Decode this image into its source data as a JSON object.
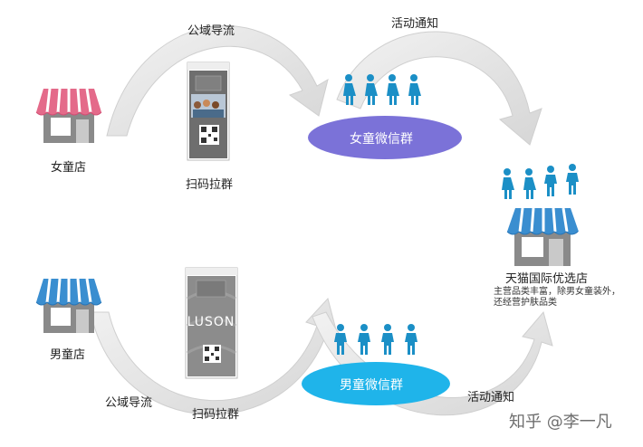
{
  "labels": {
    "arrow_public_top": "公域导流",
    "arrow_activity_top": "活动通知",
    "arrow_public_bottom": "公域导流",
    "arrow_activity_bottom": "活动通知",
    "scan_top": "扫码拉群",
    "scan_bottom": "扫码拉群"
  },
  "stores": {
    "girls": "女童店",
    "boys": "男童店",
    "tmall": "天猫国际优选店",
    "tmall_desc": [
      "主营品类丰富，除男女童装外，",
      "还经营护肤品类"
    ]
  },
  "groups": {
    "girls": "女童微信群",
    "boys": "男童微信群"
  },
  "poster_bottom_text": "LUSON",
  "watermark": "知乎 @李一凡",
  "colors": {
    "girls_awning": "#e46a8a",
    "boys_awning": "#3a8ed0",
    "tmall_awning": "#3a8ed0",
    "girls_group": "#7b72d8",
    "boys_group": "#1fb4ea",
    "people": "#1b8fc6",
    "arrow": "#e2e2e2"
  }
}
